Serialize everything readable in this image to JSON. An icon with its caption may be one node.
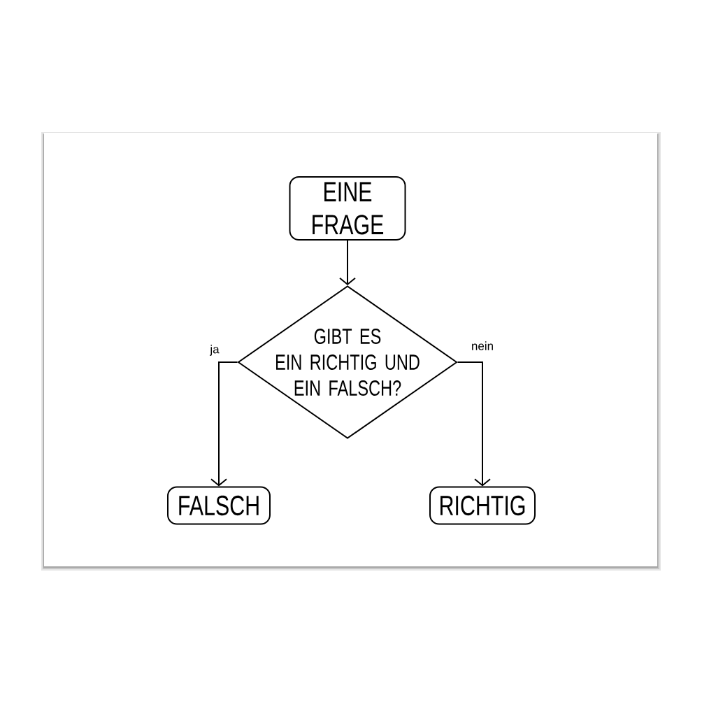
{
  "diagram": {
    "nodes": [
      {
        "text": [
          "EINE FRAGE"
        ]
      },
      {
        "text": [
          "GIBT ES EIN RICHTIG UND EIN FALSCH?"
        ]
      },
      {
        "text": [
          "FALSCH"
        ]
      },
      {
        "text": [
          "RICHTIG"
        ]
      }
    ],
    "edges": [
      {
        "from": 0,
        "to": 1,
        "arrow": "to"
      },
      {
        "from": 1,
        "to": 2,
        "arrow": "to",
        "label": "ja"
      },
      {
        "from": 1,
        "to": 3,
        "arrow": "to",
        "label": "nein"
      }
    ]
  }
}
